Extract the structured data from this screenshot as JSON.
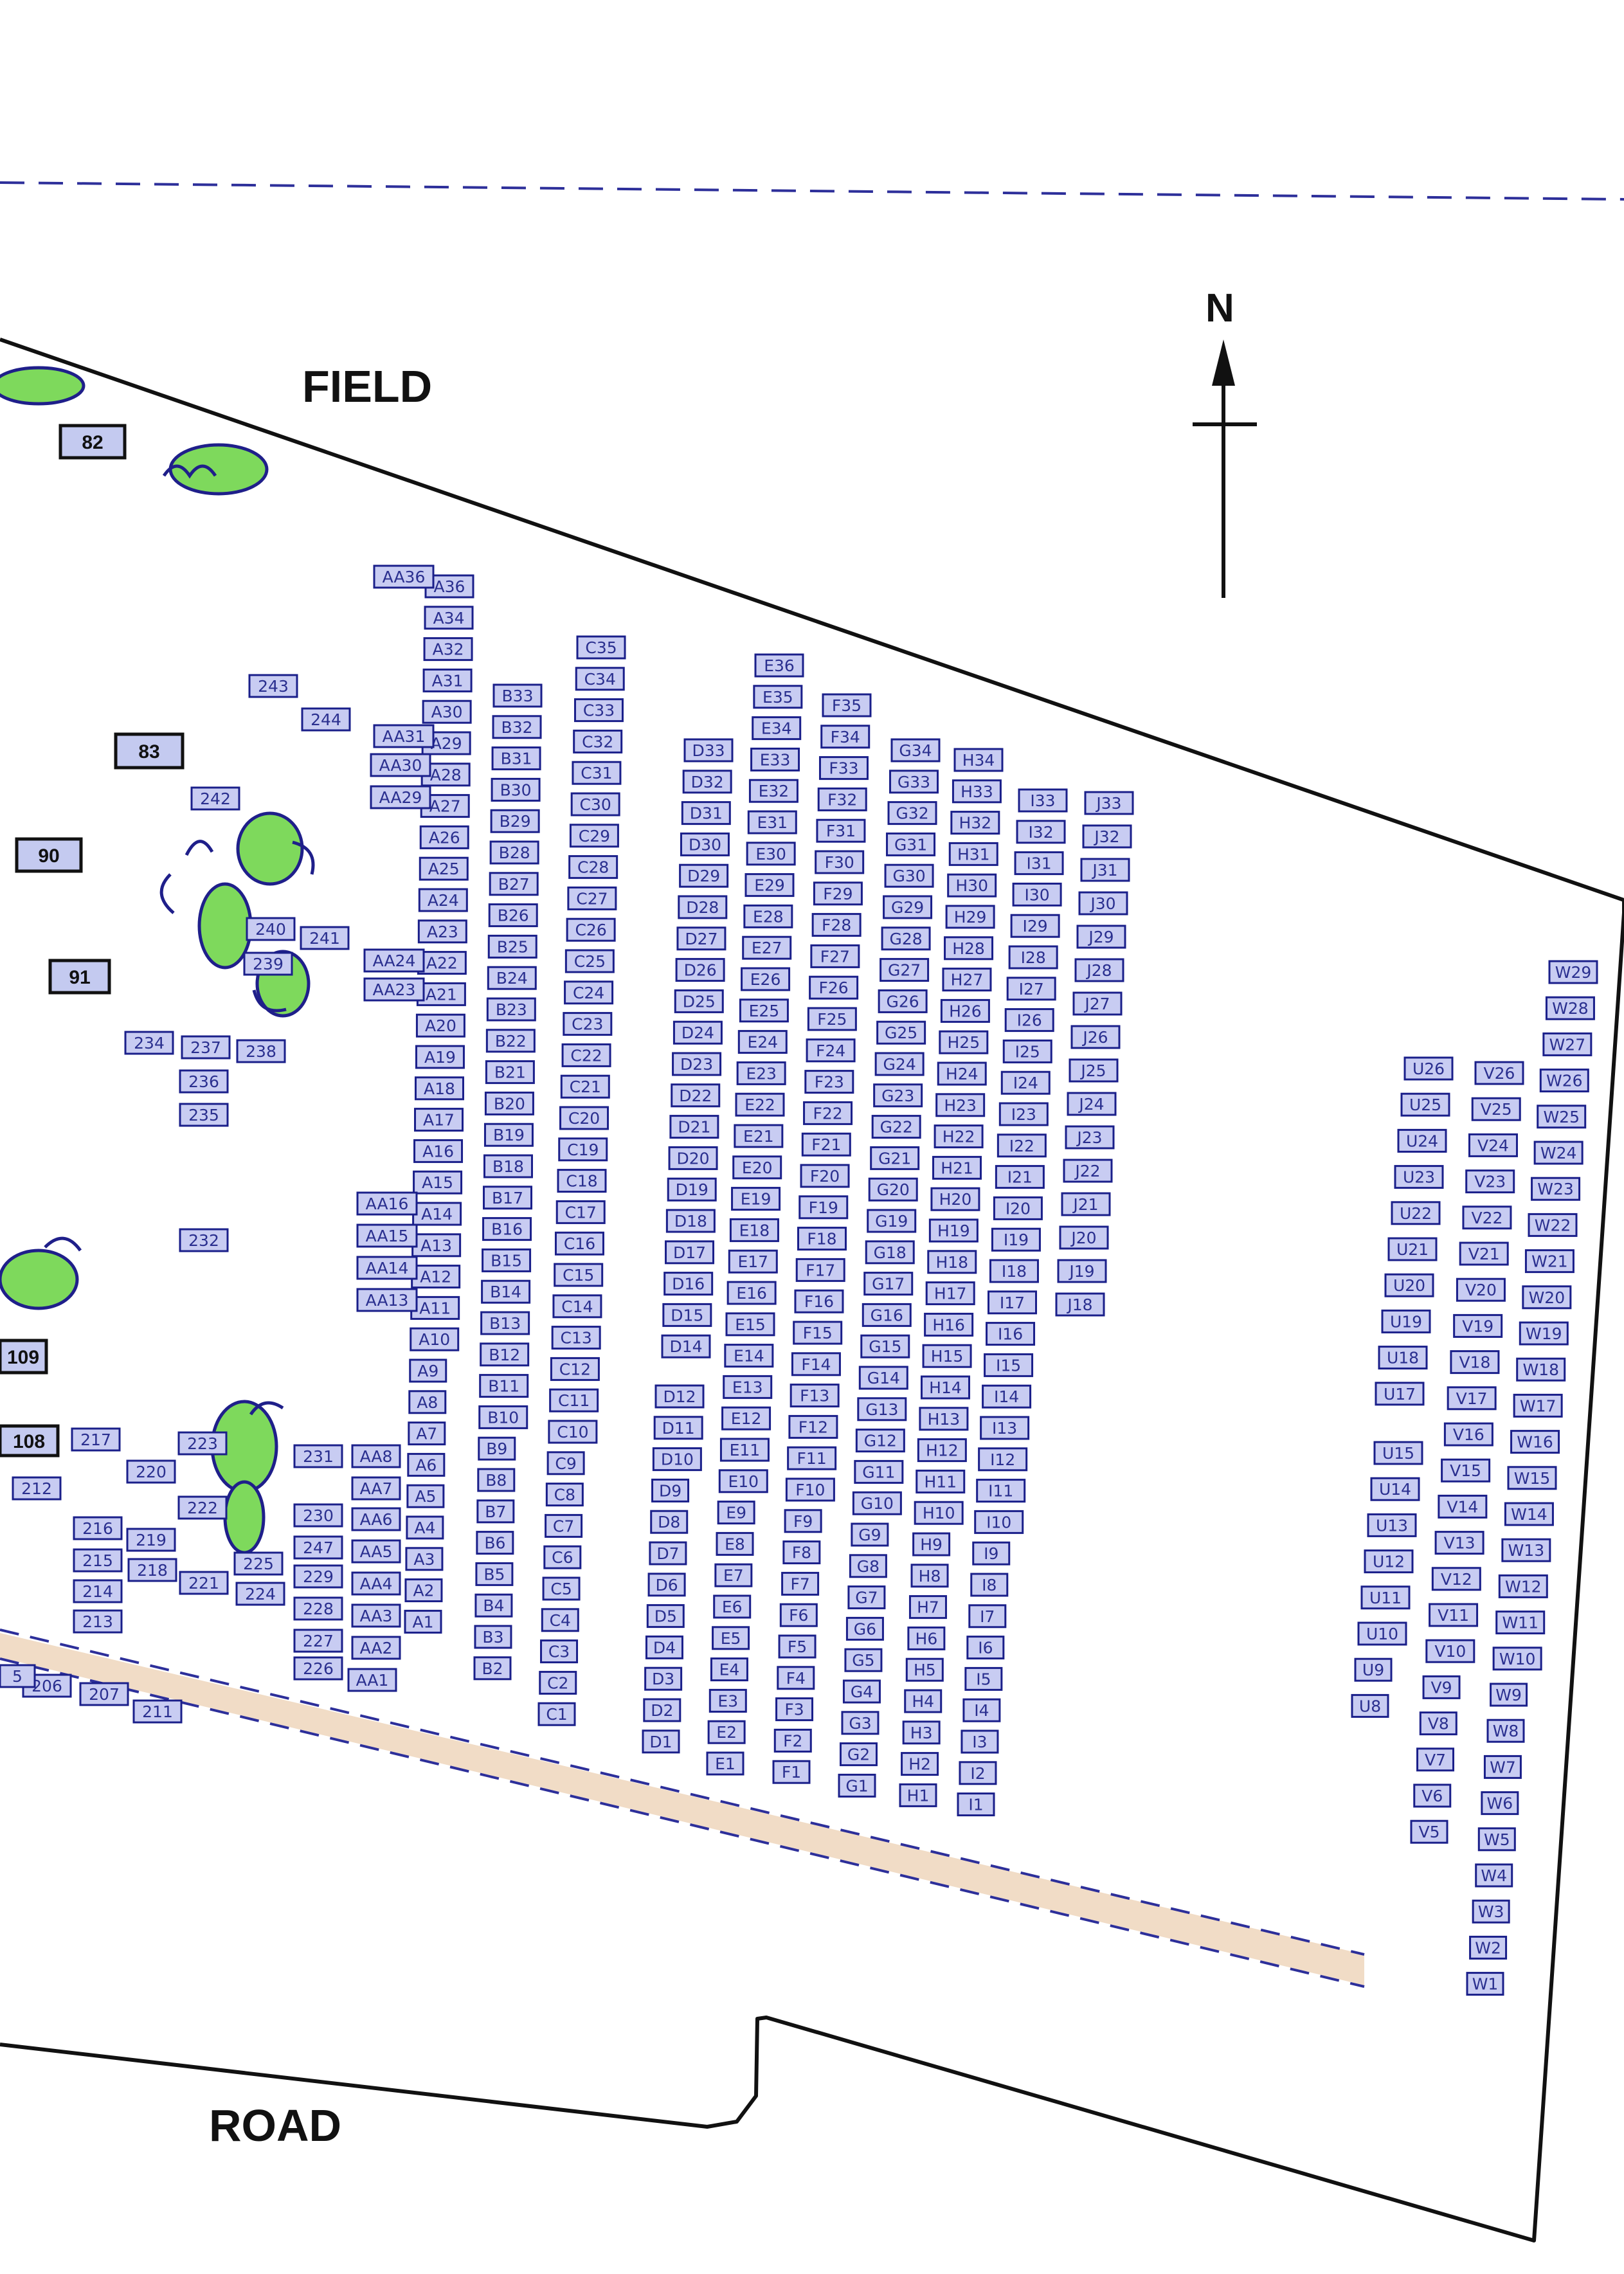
{
  "labels": {
    "field": "FIELD",
    "road": "ROAD",
    "north": "N"
  },
  "colors": {
    "boundary": "#111111",
    "dashed": "#2d2f9a",
    "path_fill": "#f1dcc6",
    "tree": "#7ed95c",
    "tree_outline": "#1f1f8a",
    "plot_fill": "#c8ccf2",
    "plot_stroke": "#1a1f8a"
  },
  "icons": [
    "north-arrow-icon",
    "tree-icon"
  ],
  "numbered_markers": [
    "82",
    "83",
    "90",
    "91",
    "109",
    "108"
  ],
  "columns": {
    "AA": [
      "AA36",
      "AA31",
      "AA30",
      "AA29",
      "AA24",
      "AA23",
      "AA16",
      "AA15",
      "AA14",
      "AA13",
      "AA8",
      "AA7",
      "AA6",
      "AA5",
      "AA4",
      "AA3",
      "AA2",
      "AA1"
    ],
    "A": [
      "A36",
      "A34",
      "A32",
      "A31",
      "A30",
      "A29",
      "A28",
      "A27",
      "A26",
      "A25",
      "A24",
      "A23",
      "A22",
      "A21",
      "A20",
      "A19",
      "A18",
      "A17",
      "A16",
      "A15",
      "A14",
      "A13",
      "A12",
      "A11",
      "A10",
      "A9",
      "A8",
      "A7",
      "A6",
      "A5",
      "A4",
      "A3",
      "A2",
      "A1"
    ],
    "B": [
      "B33",
      "B32",
      "B31",
      "B30",
      "B29",
      "B28",
      "B27",
      "B26",
      "B25",
      "B24",
      "B23",
      "B22",
      "B21",
      "B20",
      "B19",
      "B18",
      "B17",
      "B16",
      "B15",
      "B14",
      "B13",
      "B12",
      "B11",
      "B10",
      "B9",
      "B8",
      "B7",
      "B6",
      "B5",
      "B4",
      "B3",
      "B2"
    ],
    "C": [
      "C35",
      "C34",
      "C33",
      "C32",
      "C31",
      "C30",
      "C29",
      "C28",
      "C27",
      "C26",
      "C25",
      "C24",
      "C23",
      "C22",
      "C21",
      "C20",
      "C19",
      "C18",
      "C17",
      "C16",
      "C15",
      "C14",
      "C13",
      "C12",
      "C11",
      "C10",
      "C9",
      "C8",
      "C7",
      "C6",
      "C5",
      "C4",
      "C3",
      "C2",
      "C1"
    ],
    "D_top": [
      "D33",
      "D32",
      "D31",
      "D30",
      "D29",
      "D28",
      "D27",
      "D26",
      "D25",
      "D24",
      "D23",
      "D22",
      "D21",
      "D20",
      "D19",
      "D18",
      "D17",
      "D16",
      "D15",
      "D14"
    ],
    "D_bottom": [
      "D12",
      "D11",
      "D10",
      "D9",
      "D8",
      "D7",
      "D6",
      "D5",
      "D4",
      "D3",
      "D2",
      "D1"
    ],
    "E": [
      "E36",
      "E35",
      "E34",
      "E33",
      "E32",
      "E31",
      "E30",
      "E29",
      "E28",
      "E27",
      "E26",
      "E25",
      "E24",
      "E23",
      "E22",
      "E21",
      "E20",
      "E19",
      "E18",
      "E17",
      "E16",
      "E15",
      "E14",
      "E13",
      "E12",
      "E11",
      "E10",
      "E9",
      "E8",
      "E7",
      "E6",
      "E5",
      "E4",
      "E3",
      "E2",
      "E1"
    ],
    "F": [
      "F35",
      "F34",
      "F33",
      "F32",
      "F31",
      "F30",
      "F29",
      "F28",
      "F27",
      "F26",
      "F25",
      "F24",
      "F23",
      "F22",
      "F21",
      "F20",
      "F19",
      "F18",
      "F17",
      "F16",
      "F15",
      "F14",
      "F13",
      "F12",
      "F11",
      "F10",
      "F9",
      "F8",
      "F7",
      "F6",
      "F5",
      "F4",
      "F3",
      "F2",
      "F1"
    ],
    "G": [
      "G34",
      "G33",
      "G32",
      "G31",
      "G30",
      "G29",
      "G28",
      "G27",
      "G26",
      "G25",
      "G24",
      "G23",
      "G22",
      "G21",
      "G20",
      "G19",
      "G18",
      "G17",
      "G16",
      "G15",
      "G14",
      "G13",
      "G12",
      "G11",
      "G10",
      "G9",
      "G8",
      "G7",
      "G6",
      "G5",
      "G4",
      "G3",
      "G2",
      "G1"
    ],
    "H": [
      "H34",
      "H33",
      "H32",
      "H31",
      "H30",
      "H29",
      "H28",
      "H27",
      "H26",
      "H25",
      "H24",
      "H23",
      "H22",
      "H21",
      "H20",
      "H19",
      "H18",
      "H17",
      "H16",
      "H15",
      "H14",
      "H13",
      "H12",
      "H11",
      "H10",
      "H9",
      "H8",
      "H7",
      "H6",
      "H5",
      "H4",
      "H3",
      "H2",
      "H1"
    ],
    "I": [
      "I33",
      "I32",
      "I31",
      "I30",
      "I29",
      "I28",
      "I27",
      "I26",
      "I25",
      "I24",
      "I23",
      "I22",
      "I21",
      "I20",
      "I19",
      "I18",
      "I17",
      "I16",
      "I15",
      "I14",
      "I13",
      "I12",
      "I11",
      "I10",
      "I9",
      "I8",
      "I7",
      "I6",
      "I5",
      "I4",
      "I3",
      "I2",
      "I1"
    ],
    "J": [
      "J33",
      "J32",
      "J31",
      "J30",
      "J29",
      "J28",
      "J27",
      "J26",
      "J25",
      "J24",
      "J23",
      "J22",
      "J21",
      "J20",
      "J19",
      "J18"
    ],
    "U_top": [
      "U26",
      "U25",
      "U24",
      "U23",
      "U22",
      "U21",
      "U20",
      "U19",
      "U18",
      "U17"
    ],
    "U_bottom": [
      "U15",
      "U14",
      "U13",
      "U12",
      "U11",
      "U10",
      "U9",
      "U8"
    ],
    "V": [
      "V26",
      "V25",
      "V24",
      "V23",
      "V22",
      "V21",
      "V20",
      "V19",
      "V18",
      "V17",
      "V16",
      "V15",
      "V14",
      "V13",
      "V12",
      "V11",
      "V10",
      "V9",
      "V8",
      "V7",
      "V6",
      "V5"
    ],
    "W": [
      "W29",
      "W28",
      "W27",
      "W26",
      "W25",
      "W24",
      "W23",
      "W22",
      "W21",
      "W20",
      "W19",
      "W18",
      "W17",
      "W16",
      "W15",
      "W14",
      "W13",
      "W12",
      "W11",
      "W10",
      "W9",
      "W8",
      "W7",
      "W6",
      "W5",
      "W4",
      "W3",
      "W2",
      "W1"
    ]
  },
  "scattered": [
    "243",
    "244",
    "242",
    "240",
    "241",
    "239",
    "234",
    "237",
    "238",
    "236",
    "235",
    "232",
    "217",
    "223",
    "231",
    "212",
    "220",
    "222",
    "216",
    "219",
    "230",
    "247",
    "215",
    "218",
    "221",
    "225",
    "229",
    "224",
    "214",
    "228",
    "213",
    "227",
    "226",
    "206",
    "207",
    "211",
    "5"
  ]
}
